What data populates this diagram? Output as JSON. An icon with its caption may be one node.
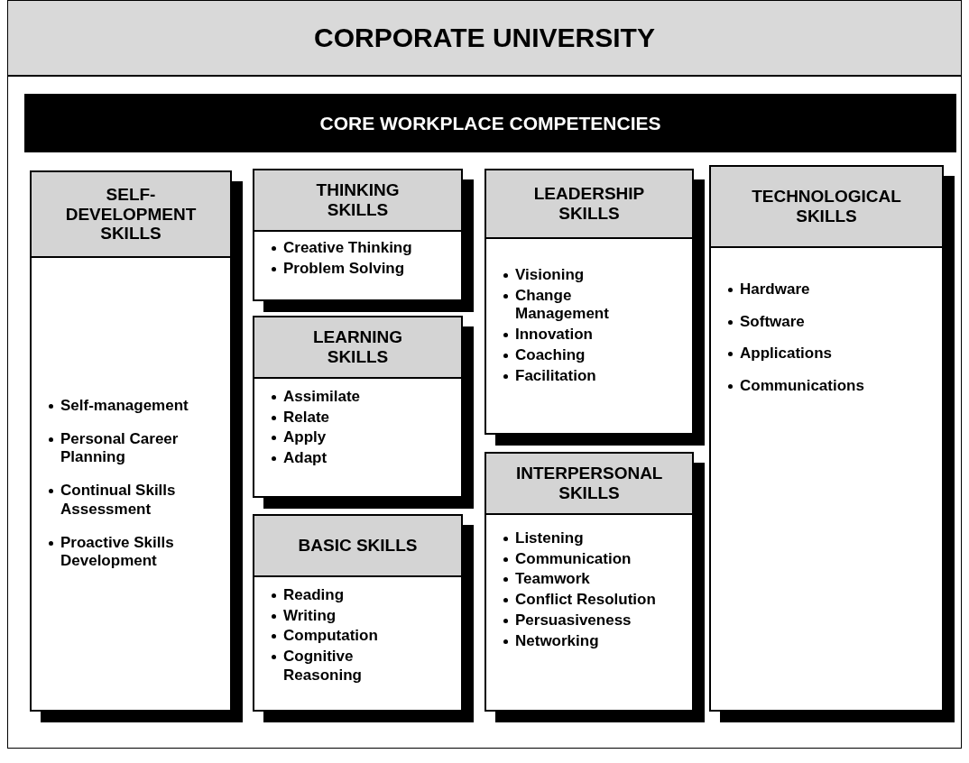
{
  "diagram": {
    "nodes": [
      {
        "text": [
          "CORPORATE UNIVERSITY"
        ]
      },
      {
        "text": [
          "CORE WORKPLACE COMPETENCIES"
        ],
        "in": 0
      },
      {
        "text": [
          "SELF-DEVELOPMENT SKILLS",
          "Self-management",
          "Personal Career Planning",
          "Continual Skills Assessment",
          "Proactive Skills Development"
        ],
        "in": 0
      },
      {
        "text": [
          "THINKING SKILLS",
          "Creative Thinking",
          "Problem Solving"
        ],
        "in": 0
      },
      {
        "text": [
          "LEADERSHIP SKILLS",
          "Visioning",
          "Change Management",
          "Innovation",
          "Coaching",
          "Facilitation"
        ],
        "in": 0
      },
      {
        "text": [
          "TECHNOLOGICAL SKILLS",
          "Hardware",
          "Software",
          "Applications",
          "Communications"
        ],
        "in": 0
      },
      {
        "text": [
          "LEARNING SKILLS",
          "Assimilate",
          "Relate",
          "Apply",
          "Adapt"
        ],
        "in": 0
      },
      {
        "text": [
          "INTERPERSONAL SKILLS",
          "Listening",
          "Communication",
          "Teamwork",
          "Conflict Resolution",
          "Persuasiveness",
          "Networking"
        ],
        "in": 0
      },
      {
        "text": [
          "BASIC SKILLS",
          "Reading",
          "Writing",
          "Computation",
          "Cognitive Reasoning"
        ],
        "in": 0
      }
    ]
  }
}
